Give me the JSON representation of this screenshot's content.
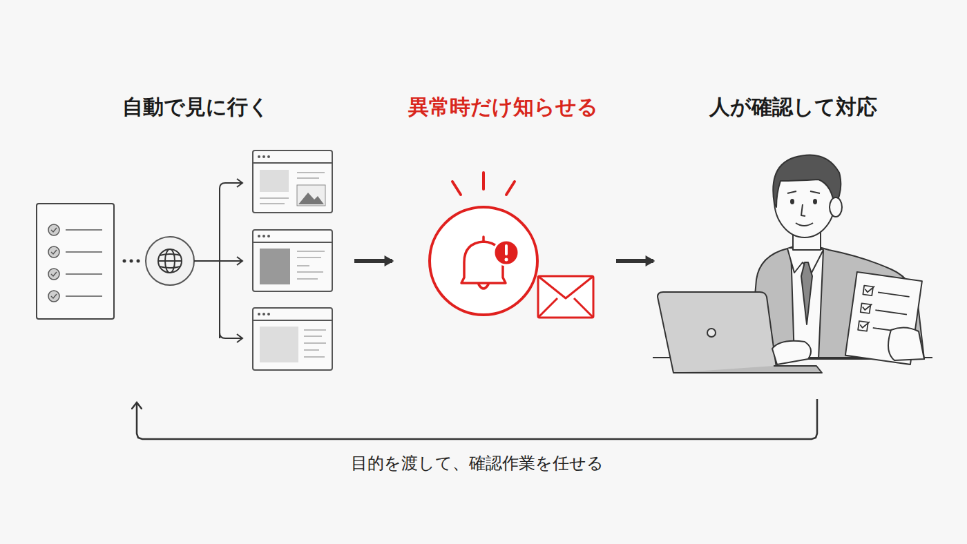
{
  "diagram": {
    "nodes": [
      {
        "text": [
          "自動で見に行く"
        ]
      },
      {
        "text": [
          "異常時だけ知らせる"
        ]
      },
      {
        "text": [
          "人が確認して対応"
        ]
      }
    ],
    "edges": [
      {
        "from": 0,
        "to": 1,
        "arrow": "to"
      },
      {
        "from": 1,
        "to": 2,
        "arrow": "to"
      },
      {
        "from": 2,
        "to": 0,
        "label": "目的を渡して、確認作業を任せる",
        "arrow": "to"
      }
    ]
  }
}
